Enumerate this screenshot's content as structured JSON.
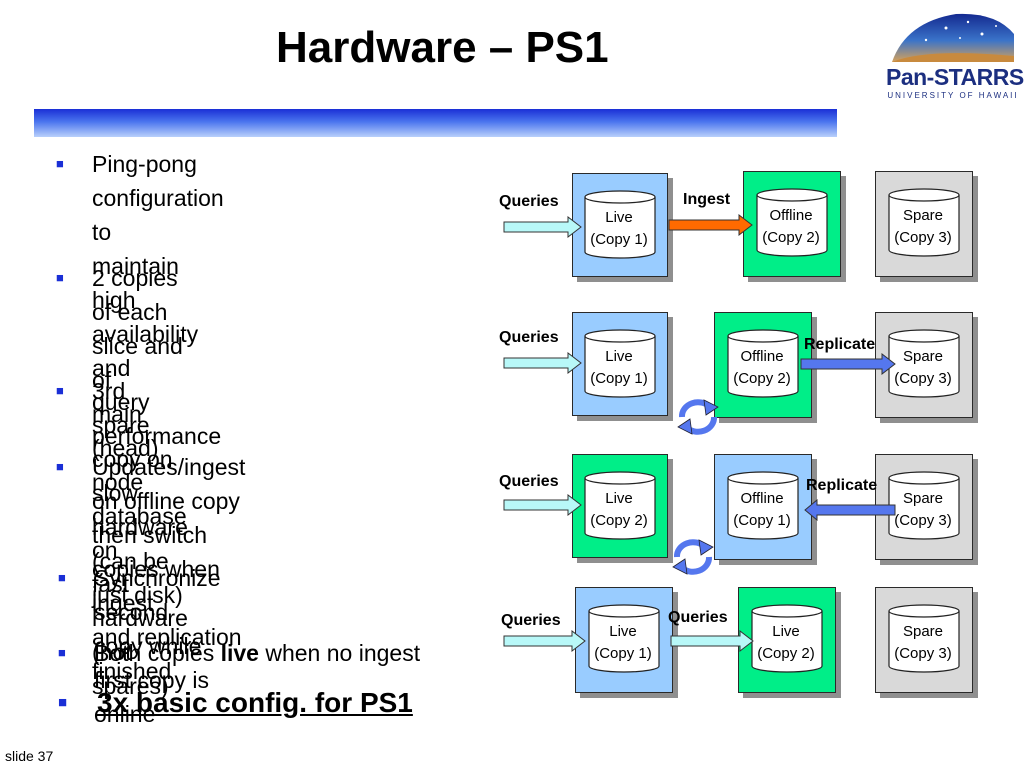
{
  "title": "Hardware – PS1",
  "logo": {
    "name": "Pan-STARRS",
    "sub": "UNIVERSITY OF HAWAII"
  },
  "bullets": [
    {
      "text": "Ping-pong configuration to\nmaintain high availability and\nquery performance"
    },
    {
      "text": "2 copies of each slice and of\nmain (head) node database on\nfast hardware (hot spares)"
    },
    {
      "text": "3rd spare copy on slow\nhardware (can be just disk)"
    },
    {
      "text": "Updates/ingest on offline copy\nthen switch copies when ingest\nand replication finished"
    },
    {
      "text": "Synchronize second copy while\nfirst copy is online"
    },
    {
      "prefix": "Both copies ",
      "bold": "live",
      "suffix": " when no ingest"
    }
  ],
  "final_bullet": "3x basic config. for PS1",
  "slide_number": "slide 37",
  "colors": {
    "live_blue": "#99ccff",
    "green": "#00ee88",
    "spare_gray": "#d9d9d9",
    "orange": "#ff6a00",
    "arrow_blue": "#5577ee",
    "light_cyan": "#b8f8f8"
  },
  "diagram": {
    "rows": [
      {
        "boxes": [
          {
            "l1": "Live",
            "l2": "(Copy 1)"
          },
          {
            "l1": "Offline",
            "l2": "(Copy 2)"
          },
          {
            "l1": "Spare",
            "l2": "(Copy 3)"
          }
        ],
        "labels": [
          "Queries",
          "Ingest"
        ]
      },
      {
        "boxes": [
          {
            "l1": "Live",
            "l2": "(Copy 1)"
          },
          {
            "l1": "Offline",
            "l2": "(Copy 2)"
          },
          {
            "l1": "Spare",
            "l2": "(Copy 3)"
          }
        ],
        "labels": [
          "Queries",
          "Replicate"
        ]
      },
      {
        "boxes": [
          {
            "l1": "Live",
            "l2": "(Copy 2)"
          },
          {
            "l1": "Offline",
            "l2": "(Copy 1)"
          },
          {
            "l1": "Spare",
            "l2": "(Copy 3)"
          }
        ],
        "labels": [
          "Queries",
          "Replicate"
        ]
      },
      {
        "boxes": [
          {
            "l1": "Live",
            "l2": "(Copy 1)"
          },
          {
            "l1": "Live",
            "l2": "(Copy 2)"
          },
          {
            "l1": "Spare",
            "l2": "(Copy 3)"
          }
        ],
        "labels": [
          "Queries",
          "Queries"
        ]
      }
    ]
  }
}
